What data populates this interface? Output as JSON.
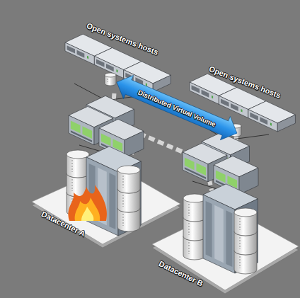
{
  "diagram": {
    "nodes": [
      {
        "text": [
          "Open systems hosts"
        ]
      },
      {
        "text": [
          "Open systems hosts"
        ]
      },
      {
        "text": [
          "Datacenter A"
        ]
      },
      {
        "text": [
          "Datacenter B"
        ]
      }
    ],
    "edges": [
      {
        "from": 0,
        "to": 2,
        "arrow": "none"
      },
      {
        "from": 1,
        "to": 3,
        "arrow": "none"
      },
      {
        "from": 2,
        "to": 3,
        "arrow": "none"
      }
    ],
    "labels": [
      "Distributed Virtual Volume"
    ]
  }
}
